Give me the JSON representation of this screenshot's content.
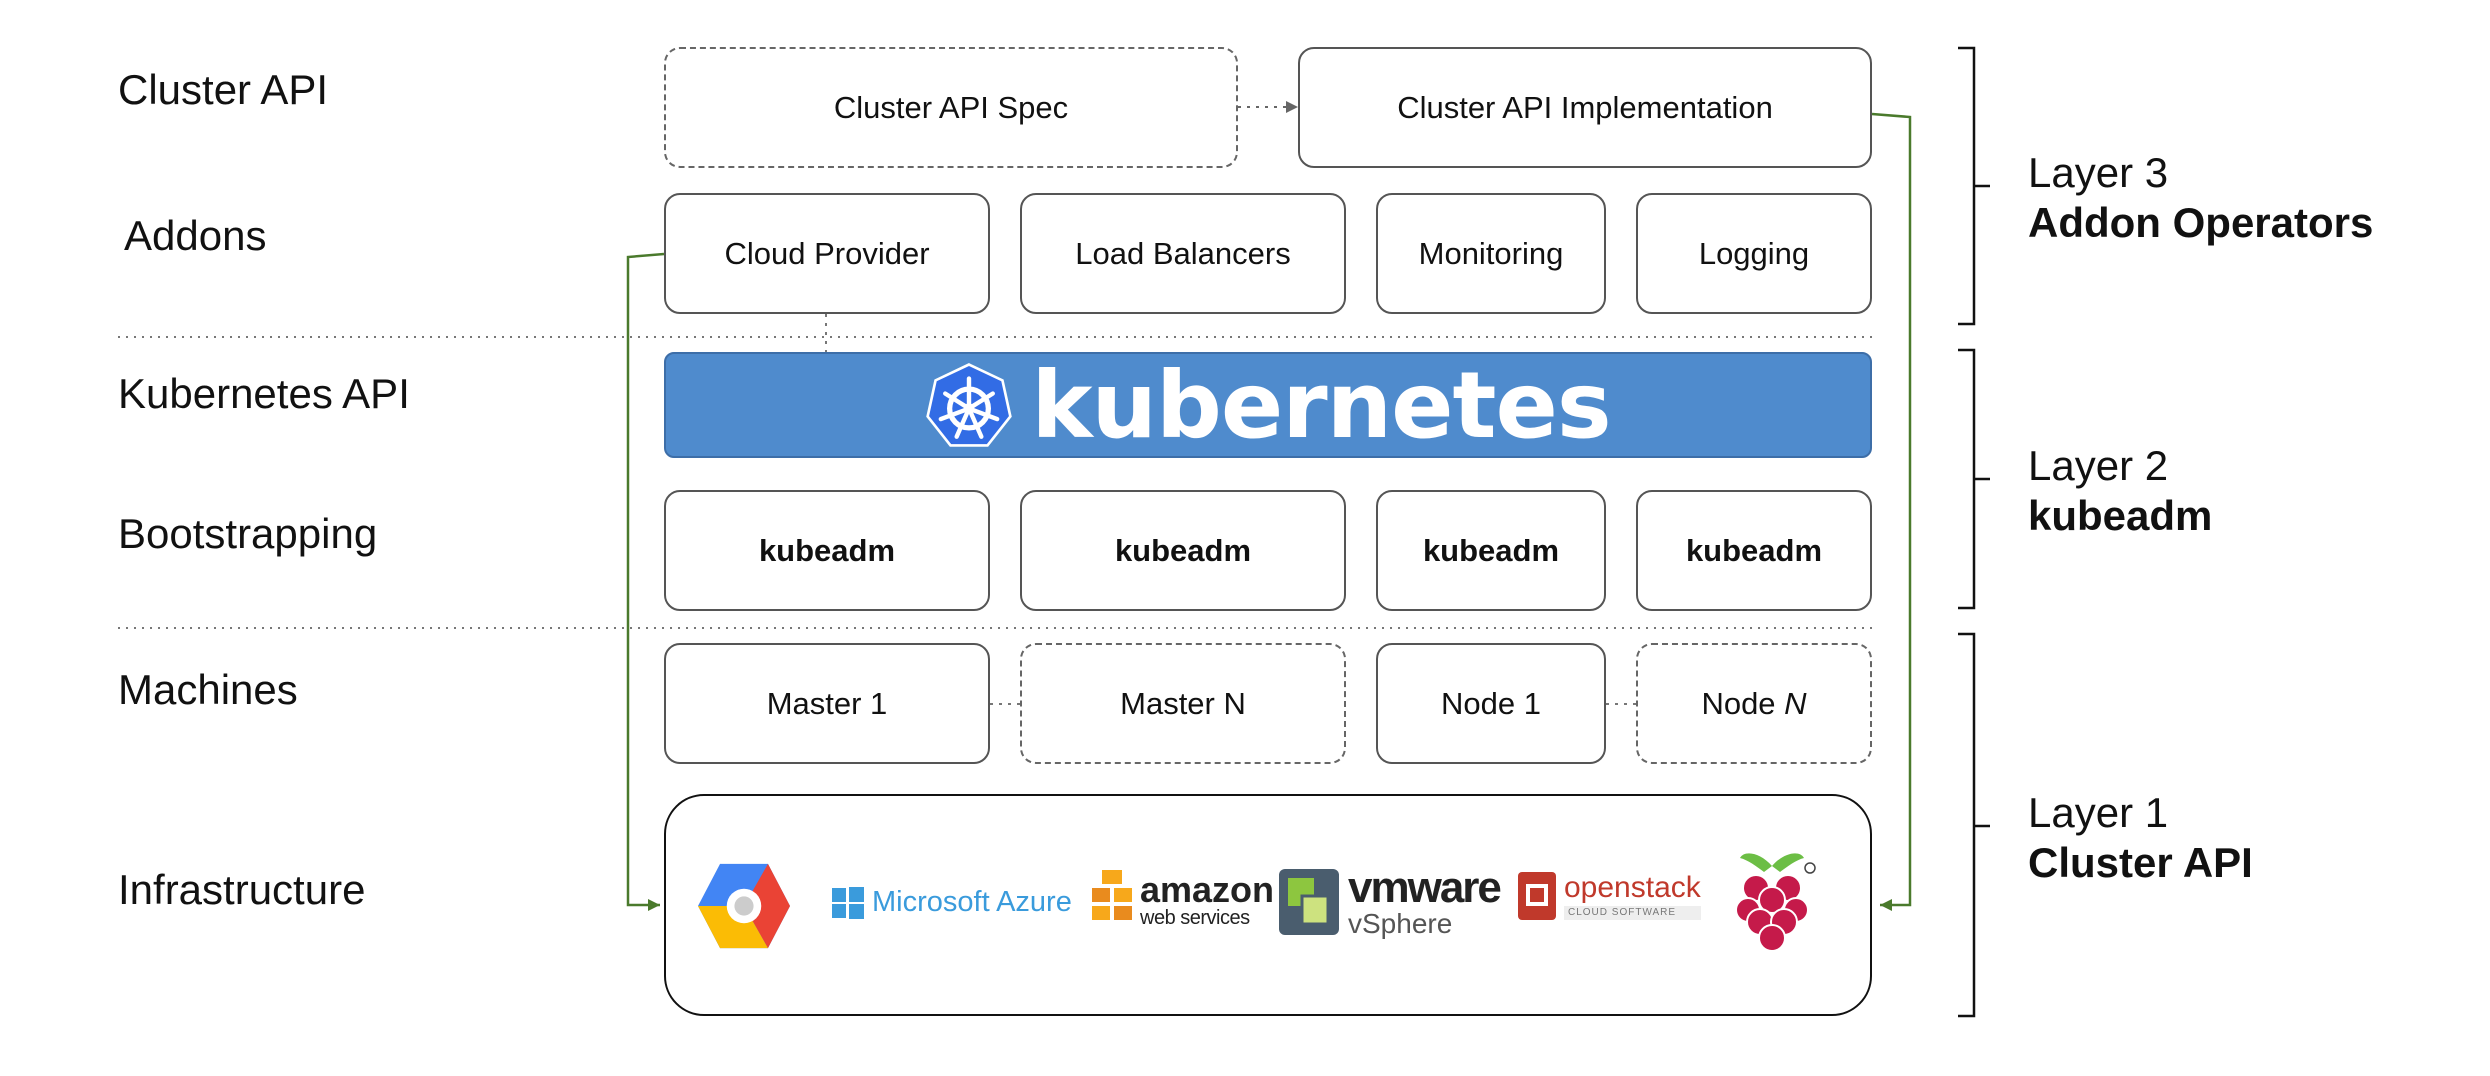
{
  "row_labels": {
    "cluster_api": "Cluster API",
    "addons": "Addons",
    "kubernetes_api": "Kubernetes API",
    "bootstrapping": "Bootstrapping",
    "machines": "Machines",
    "infrastructure": "Infrastructure"
  },
  "cluster_api_row": {
    "spec": "Cluster API Spec",
    "implementation": "Cluster API Implementation"
  },
  "addons_row": {
    "cloud_provider": "Cloud Provider",
    "load_balancers": "Load Balancers",
    "monitoring": "Monitoring",
    "logging": "Logging"
  },
  "kubernetes_banner": {
    "wordmark": "kubernetes",
    "color": "#4f8bcd"
  },
  "bootstrapping_row": [
    "kubeadm",
    "kubeadm",
    "kubeadm",
    "kubeadm"
  ],
  "machines_row": {
    "master_1": "Master 1",
    "master_n": "Master N",
    "node_1": "Node 1",
    "node_n_prefix": "Node ",
    "node_n_var": "N"
  },
  "infrastructure_logos": {
    "gcp": "google-cloud-icon",
    "azure": "Microsoft Azure",
    "aws_main": "amazon",
    "aws_sub": "web services",
    "vmware_main": "vmware",
    "vmware_sub": "vSphere",
    "openstack_main": "openstack",
    "openstack_sub": "CLOUD SOFTWARE",
    "raspberry_pi": "raspberry-pi-icon"
  },
  "layers": [
    {
      "number": "Layer 3",
      "name": "Addon Operators"
    },
    {
      "number": "Layer 2",
      "name": "kubeadm"
    },
    {
      "number": "Layer 1",
      "name": "Cluster API"
    }
  ],
  "colors": {
    "connector_green": "#4a7a2c",
    "kubernetes_blue": "#4f8bcd"
  }
}
